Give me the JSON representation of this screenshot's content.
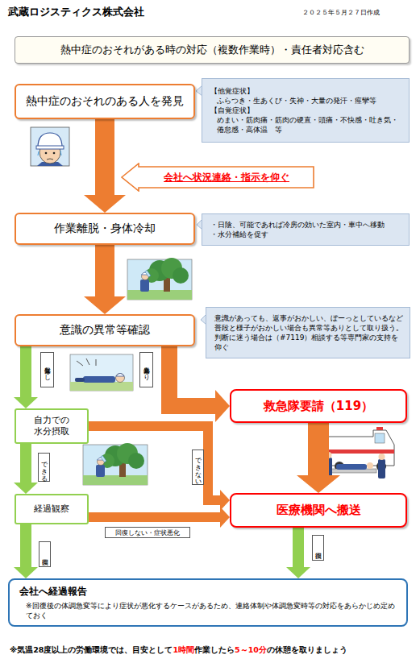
{
  "diagram": {
    "title": "熱中症のおそれがある時の対応（複数作業時）・責任者対応含む",
    "nodes": [
      {
        "text": [
          "熱中症のおそれのある人を発見"
        ]
      },
      {
        "text": [
          "【他覚症状】",
          "ふらつき・生あくび・失神・大量の発汗・痙攣等",
          "【自覚症状】",
          "めまい・筋肉痛・筋肉の硬直・頭痛・不快感・吐き気・倦怠感・高体温　等"
        ]
      },
      {
        "text": [
          "会社へ状況連絡・指示を仰ぐ"
        ]
      },
      {
        "text": [
          "作業離脱・身体冷却"
        ]
      },
      {
        "text": [
          "・日陰、可能であれば冷房の効いた室内・車中へ移動",
          "・水分補給を促す"
        ]
      },
      {
        "text": [
          "意識の異常等確認"
        ]
      },
      {
        "text": [
          "意識があっても、返事がおかしい、ぼーっとしているなど普段と様子がおかしい場合も異常等ありとして取り扱う。判断に迷う場合は（#7119）相談する等専門家の支持を仰ぐ"
        ]
      },
      {
        "text": [
          "自力での水分摂取"
        ]
      },
      {
        "text": [
          "救急隊要請（119）"
        ]
      },
      {
        "text": [
          "経過観察"
        ]
      },
      {
        "text": [
          "医療機関へ搬送"
        ]
      },
      {
        "text": [
          "会社へ経過報告",
          "※回復後の体調急変等により症状が悪化するケースがあるため、連絡体制や体調急変時等の対応をあらかじめ定めておく"
        ]
      }
    ],
    "edges": [
      {
        "from": 0,
        "to": 3,
        "arrow": "to"
      },
      {
        "from": 3,
        "to": 5,
        "arrow": "to"
      },
      {
        "from": 5,
        "to": 7,
        "label": "異常等なし",
        "arrow": "to"
      },
      {
        "from": 5,
        "to": 8,
        "label": "異常等あり",
        "arrow": "to"
      },
      {
        "from": 7,
        "to": 9,
        "label": "できる",
        "arrow": "to"
      },
      {
        "from": 7,
        "to": 10,
        "label": "できない",
        "arrow": "to"
      },
      {
        "from": 8,
        "to": 10,
        "arrow": "to"
      },
      {
        "from": 9,
        "to": 10,
        "label": "回復しない・症状悪化",
        "arrow": "to"
      },
      {
        "from": 9,
        "to": 11,
        "label": "回復",
        "arrow": "to"
      },
      {
        "from": 10,
        "to": 11,
        "label": "回復",
        "arrow": "to"
      }
    ],
    "labels": [
      "武蔵ロジスティクス株式会社",
      "２０２５年５月２７日作成",
      "※気温28度以上の労働環境では、目安として",
      "1時間",
      "作業したら",
      "5～10分",
      "の休憩を取りましょう"
    ]
  }
}
